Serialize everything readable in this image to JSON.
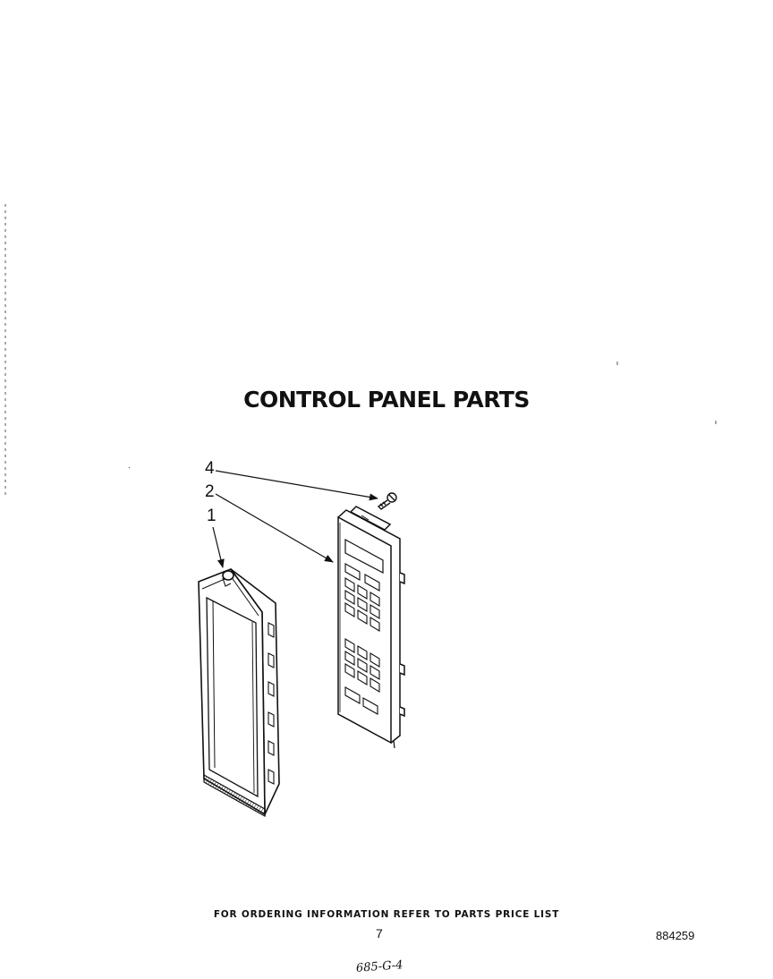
{
  "title": "CONTROL PANEL PARTS",
  "callouts": [
    {
      "id": "4",
      "label": "4"
    },
    {
      "id": "2",
      "label": "2"
    },
    {
      "id": "1",
      "label": "1"
    }
  ],
  "footer": {
    "ordering_note": "FOR ORDERING INFORMATION REFER TO PARTS PRICE LIST",
    "page_number": "7",
    "document_number": "884259",
    "handwritten_note": "685-G-4"
  },
  "colors": {
    "line": "#111111",
    "background": "#ffffff"
  }
}
